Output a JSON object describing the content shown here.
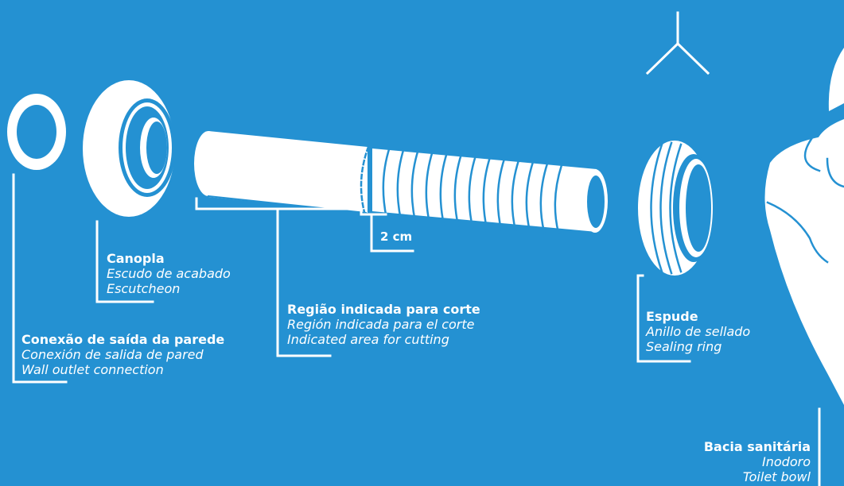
{
  "colors": {
    "background": "#2491d2",
    "line": "#ffffff"
  },
  "cut_allowance": "2 cm",
  "parts": {
    "wall_connection": {
      "title": "Conexão de saída da parede",
      "es": "Conexión de salida de pared",
      "en": "Wall outlet connection"
    },
    "canopla": {
      "title": "Canopla",
      "es": "Escudo de acabado",
      "en": "Escutcheon"
    },
    "cut_region": {
      "title": "Região indicada para corte",
      "es": "Región indicada para el corte",
      "en": "Indicated area for cutting"
    },
    "espude": {
      "title": "Espude",
      "es": "Anillo de sellado",
      "en": "Sealing ring"
    },
    "toilet": {
      "title": "Bacia sanitária",
      "es": "Inodoro",
      "en": "Toilet bowl"
    }
  }
}
